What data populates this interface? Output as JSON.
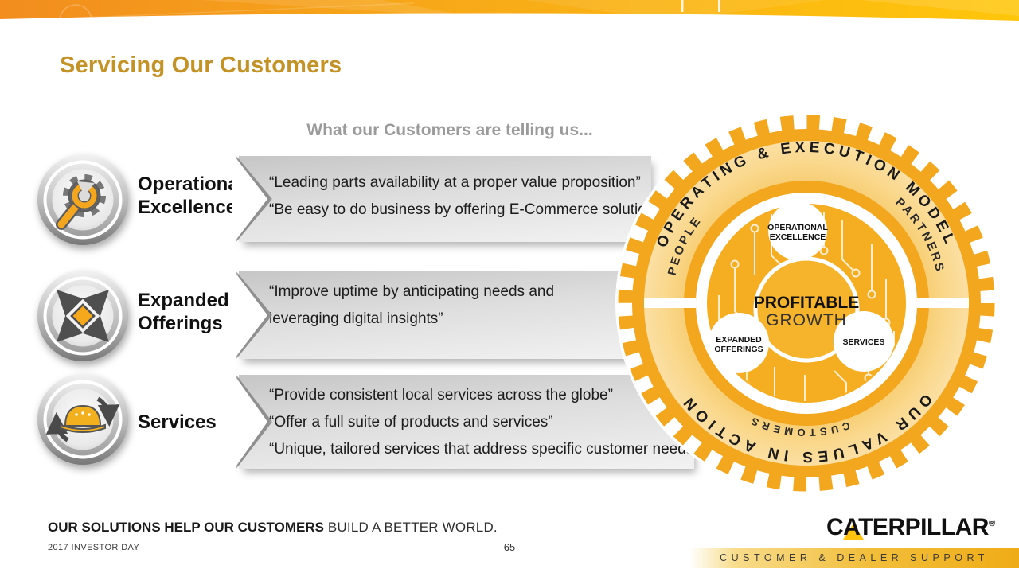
{
  "slide": {
    "title": "Servicing Our Customers",
    "subtitle": "What our Customers are telling us...",
    "tagline_bold": "OUR SOLUTIONS HELP OUR CUSTOMERS",
    "tagline_light": " BUILD A BETTER WORLD.",
    "event_label": "2017 INVESTOR DAY",
    "page_number": "65",
    "segment_bar": "CUSTOMER & DEALER SUPPORT",
    "brand": "CATERPILLAR",
    "brand_reg": "®"
  },
  "rows": [
    {
      "icon": "gear-wrench-icon",
      "label": [
        "Operational",
        "Excellence"
      ],
      "quotes": [
        "“Leading parts availability at a proper value proposition”",
        "“Be easy to do business by offering E-Commerce solutions”"
      ]
    },
    {
      "icon": "expand-arrows-icon",
      "label": [
        "Expanded",
        "Offerings"
      ],
      "quotes": [
        "“Improve uptime by anticipating needs and",
        "leveraging digital insights”"
      ]
    },
    {
      "icon": "hardhat-services-icon",
      "label": [
        "Services"
      ],
      "quotes": [
        "“Provide consistent local services across the globe”",
        "“Offer a full suite of products and services”",
        "“Unique, tailored services that address specific customer needs”"
      ]
    }
  ],
  "diagram": {
    "arc_top": "OPERATING & EXECUTION MODEL",
    "arc_bottom": "OUR VALUES IN ACTION",
    "ring_left": "PEOPLE",
    "ring_right": "PARTNERS",
    "ring_bottom": "CUSTOMERS",
    "center": [
      "PROFITABLE",
      "GROWTH"
    ],
    "nodes": [
      [
        "OPERATIONAL",
        "EXCELLENCE"
      ],
      [
        "EXPANDED",
        "OFFERINGS"
      ],
      [
        "SERVICES"
      ]
    ]
  },
  "colors": {
    "banner_orange": "#F28D1E",
    "banner_yellow": "#FFC60A",
    "title_gold": "#C39327",
    "diagram_gold": "#F2A71F",
    "diagram_inner_gold": "#F5AE22",
    "diagram_cream": "#F9D589",
    "quote_box_gray": "#C6C6C6",
    "cat_yellow": "#FFC20E"
  }
}
